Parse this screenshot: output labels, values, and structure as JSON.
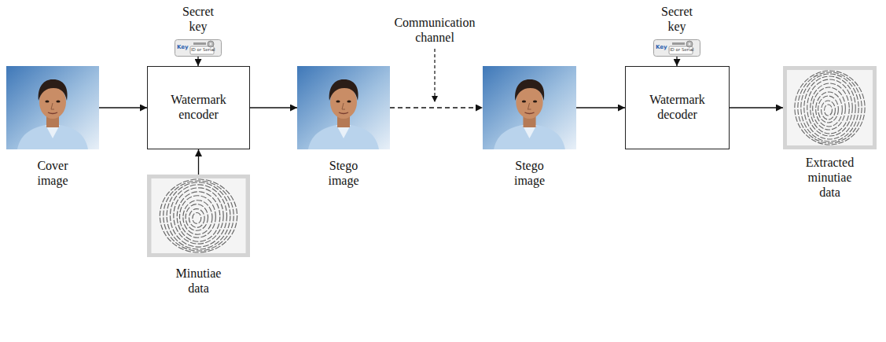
{
  "diagram": {
    "nodes": [
      {
        "text": [
          "Cover image"
        ]
      },
      {
        "text": [
          "Secret key",
          "Key",
          "ID or Serial"
        ]
      },
      {
        "text": [
          "Watermark encoder"
        ]
      },
      {
        "text": [
          "Minutiae data"
        ]
      },
      {
        "text": [
          "Stego image"
        ]
      },
      {
        "text": [
          "Stego image"
        ]
      },
      {
        "text": [
          "Secret key",
          "Key",
          "ID or Serial"
        ]
      },
      {
        "text": [
          "Watermark decoder"
        ]
      },
      {
        "text": [
          "Extracted minutiae data"
        ]
      }
    ],
    "edges": [
      {
        "from": 0,
        "to": 2,
        "arrow": "to"
      },
      {
        "from": 1,
        "to": 2,
        "arrow": "to"
      },
      {
        "from": 3,
        "to": 2,
        "arrow": "to"
      },
      {
        "from": 2,
        "to": 4,
        "arrow": "to"
      },
      {
        "from": 4,
        "to": 5,
        "arrow": "to"
      },
      {
        "from": 6,
        "to": 7,
        "arrow": "to"
      },
      {
        "from": 5,
        "to": 7,
        "arrow": "to"
      },
      {
        "from": 7,
        "to": 8,
        "arrow": "to"
      }
    ],
    "labels": [
      "Communication channel"
    ]
  }
}
